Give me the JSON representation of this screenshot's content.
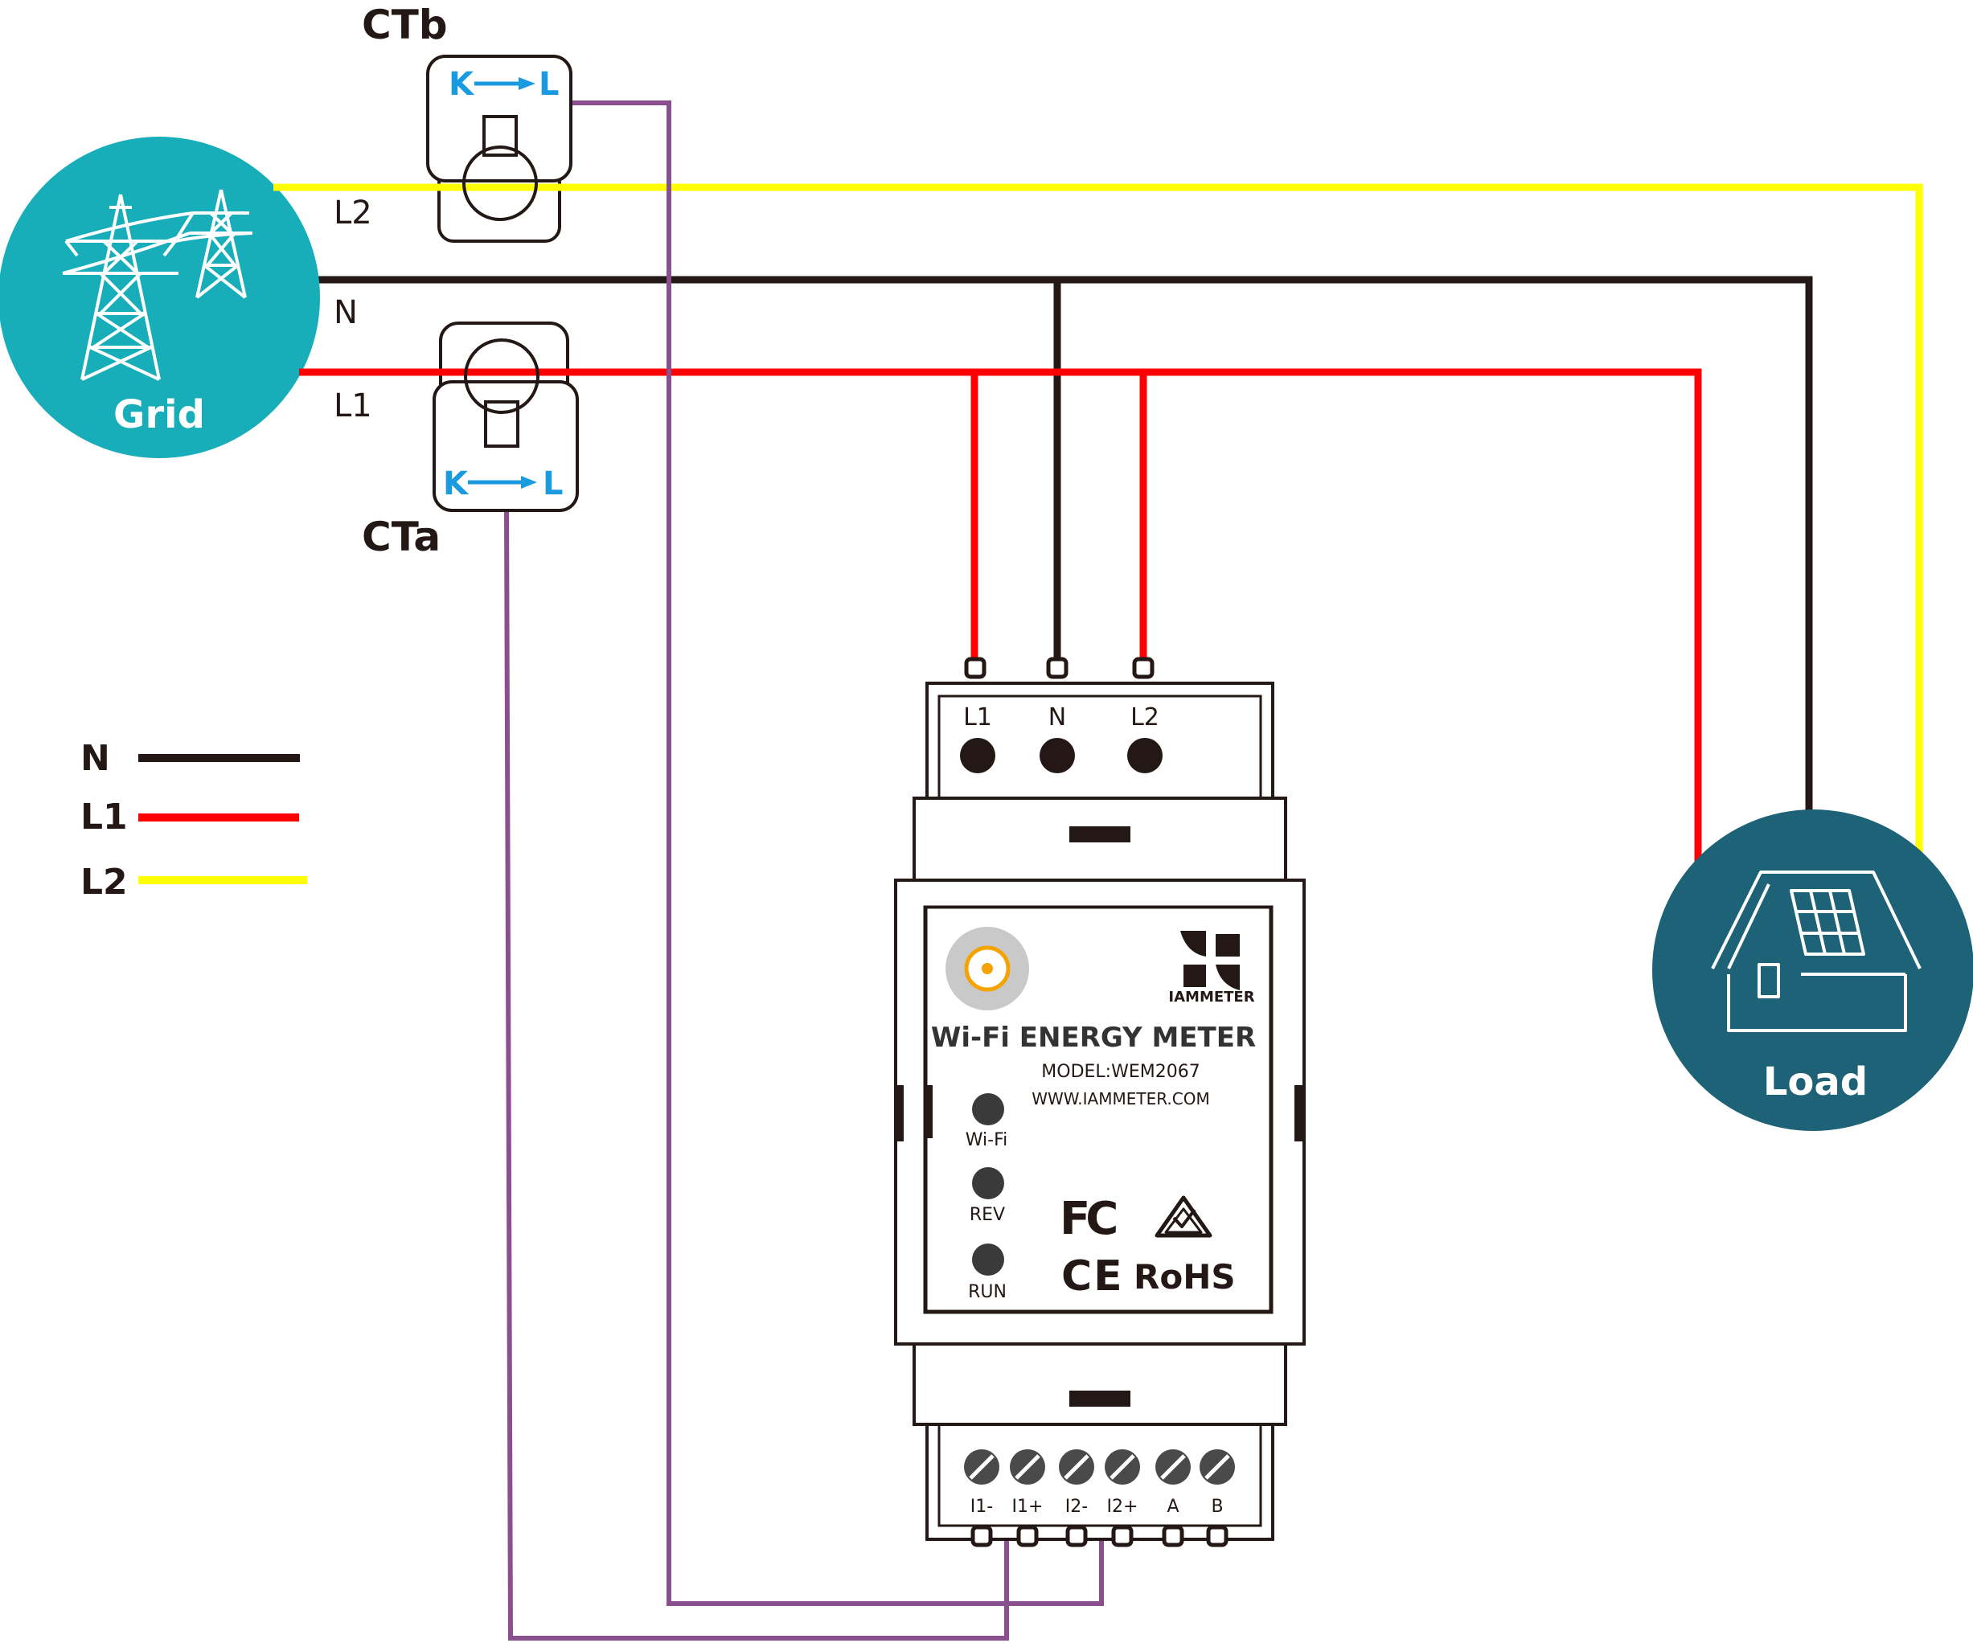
{
  "labels": {
    "ctb": "CTb",
    "cta": "CTa",
    "ct_k": "K",
    "ct_l": "L",
    "grid": "Grid",
    "load": "Load",
    "wire_l2": "L2",
    "wire_n": "N",
    "wire_l1": "L1"
  },
  "legend": [
    {
      "label": "N",
      "color": "#231815"
    },
    {
      "label": "L1",
      "color": "#ff0000"
    },
    {
      "label": "L2",
      "color": "#ffff00"
    }
  ],
  "meter": {
    "top_terminals": [
      "L1",
      "N",
      "L2"
    ],
    "brand": "IAMMETER",
    "title": "Wi-Fi ENERGY METER",
    "model": "MODEL:WEM2067",
    "website": "WWW.IAMMETER.COM",
    "leds": [
      "Wi-Fi",
      "REV",
      "RUN"
    ],
    "cert_fc": "FC",
    "cert_ce": "CE",
    "cert_rohs": "RoHS",
    "bottom_terminals": [
      "I1-",
      "I1+",
      "I2-",
      "I2+",
      "A",
      "B"
    ]
  },
  "colors": {
    "neutral": "#231815",
    "line1": "#ff0000",
    "line2": "#ffff00",
    "ct_wire": "#8a4f8e",
    "grid_circle": "#17aeb9",
    "load_circle": "#1d6276",
    "ct_arrow": "#1a9be0"
  },
  "icons": [
    "power-tower-icon",
    "house-solar-icon",
    "antenna-icon",
    "iammeter-logo-icon",
    "rcm-mark-icon"
  ]
}
